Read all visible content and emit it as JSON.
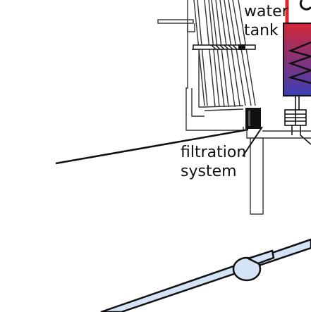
{
  "labels": {
    "water_tank_line1": "water",
    "water_tank_line2": "tank",
    "filtration_line1": "filtration",
    "filtration_line2": "system"
  },
  "colors": {
    "stroke": "#111111",
    "tank_top": "#d32638",
    "tank_bottom": "#3b3fb8",
    "hot_pipe": "#e0242c",
    "water_pipe_fill": "#d4e4f6",
    "filter_fill": "#111111"
  }
}
